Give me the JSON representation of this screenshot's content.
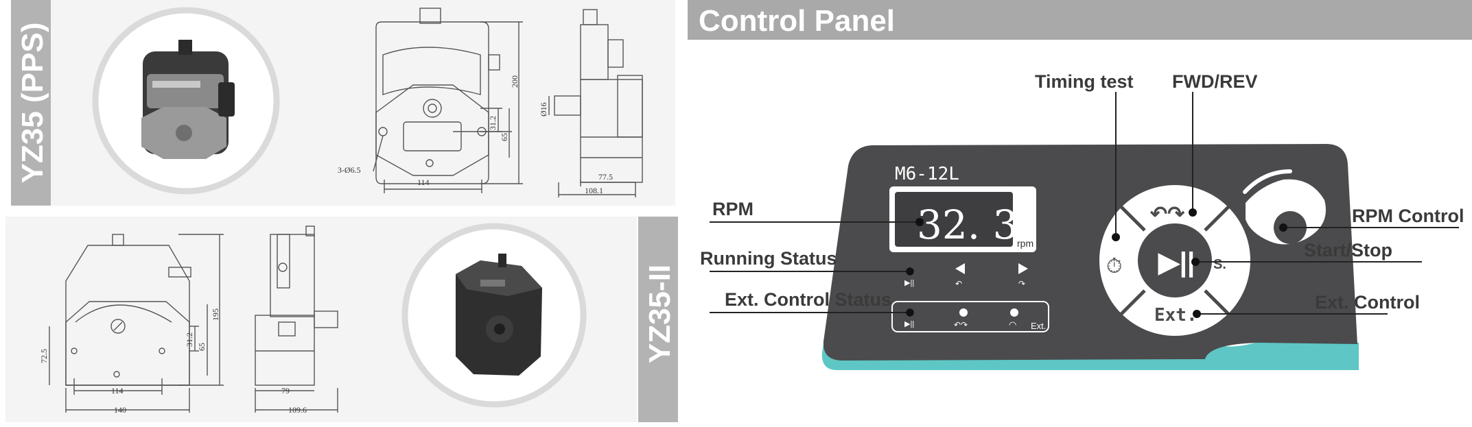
{
  "panels": {
    "top": {
      "model_label": "YZ35 (PPS)",
      "drawing": {
        "dims": [
          "200",
          "31.2",
          "65",
          "3-Ø6.5",
          "114",
          "Ø16",
          "77.5",
          "108.1"
        ]
      }
    },
    "bottom": {
      "model_label": "YZ35-II",
      "drawing": {
        "dims": [
          "195",
          "31.2",
          "65",
          "72.5",
          "114",
          "140",
          "79",
          "109.6"
        ]
      }
    }
  },
  "control_panel": {
    "title": "Control Panel",
    "device_model": "M6-12L",
    "display_value": "32. 3",
    "display_unit": "rpm",
    "ext_label": "Ext.",
    "s_label": "S.",
    "ext_button_label": "Ext.",
    "callouts": {
      "timing_test": "Timing test",
      "fwd_rev": "FWD/REV",
      "rpm": "RPM",
      "running_status": "Running Status",
      "ext_control_status": "Ext. Control Status",
      "rpm_control": "RPM Control",
      "start_stop": "Start/Stop",
      "ext_control": "Ext. Control"
    },
    "colors": {
      "panel_body": "#4b4b4d",
      "accent_teal": "#5ec7c5",
      "title_bar": "#a9a9a9",
      "label_bar": "#b3b3b3"
    }
  }
}
